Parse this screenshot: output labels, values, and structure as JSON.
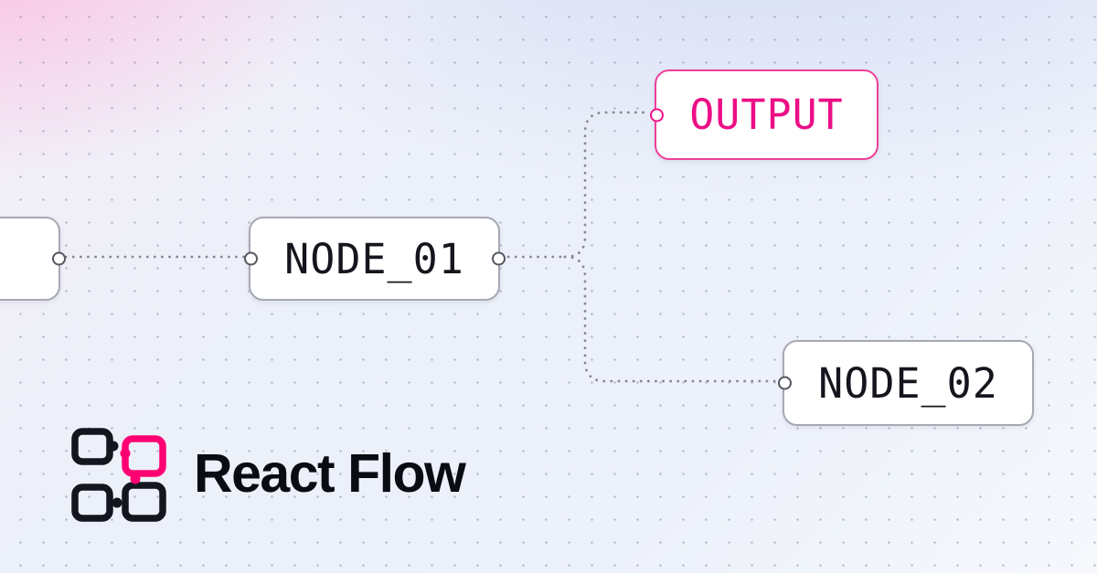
{
  "brand": {
    "wordmark": "React Flow",
    "colors": {
      "pink": "#ff0072",
      "dark": "#15151f",
      "edge_gray": "#858892",
      "node_border": "#a6a8b3"
    }
  },
  "flow": {
    "nodes": [
      {
        "id": "input-partial",
        "label": ""
      },
      {
        "id": "node-01",
        "label": "NODE_01"
      },
      {
        "id": "output",
        "label": "OUTPUT"
      },
      {
        "id": "node-02",
        "label": "NODE_02"
      }
    ],
    "edges": [
      {
        "from": "input-partial",
        "to": "node-01"
      },
      {
        "from": "node-01",
        "to": "output"
      },
      {
        "from": "node-01",
        "to": "node-02"
      }
    ]
  }
}
